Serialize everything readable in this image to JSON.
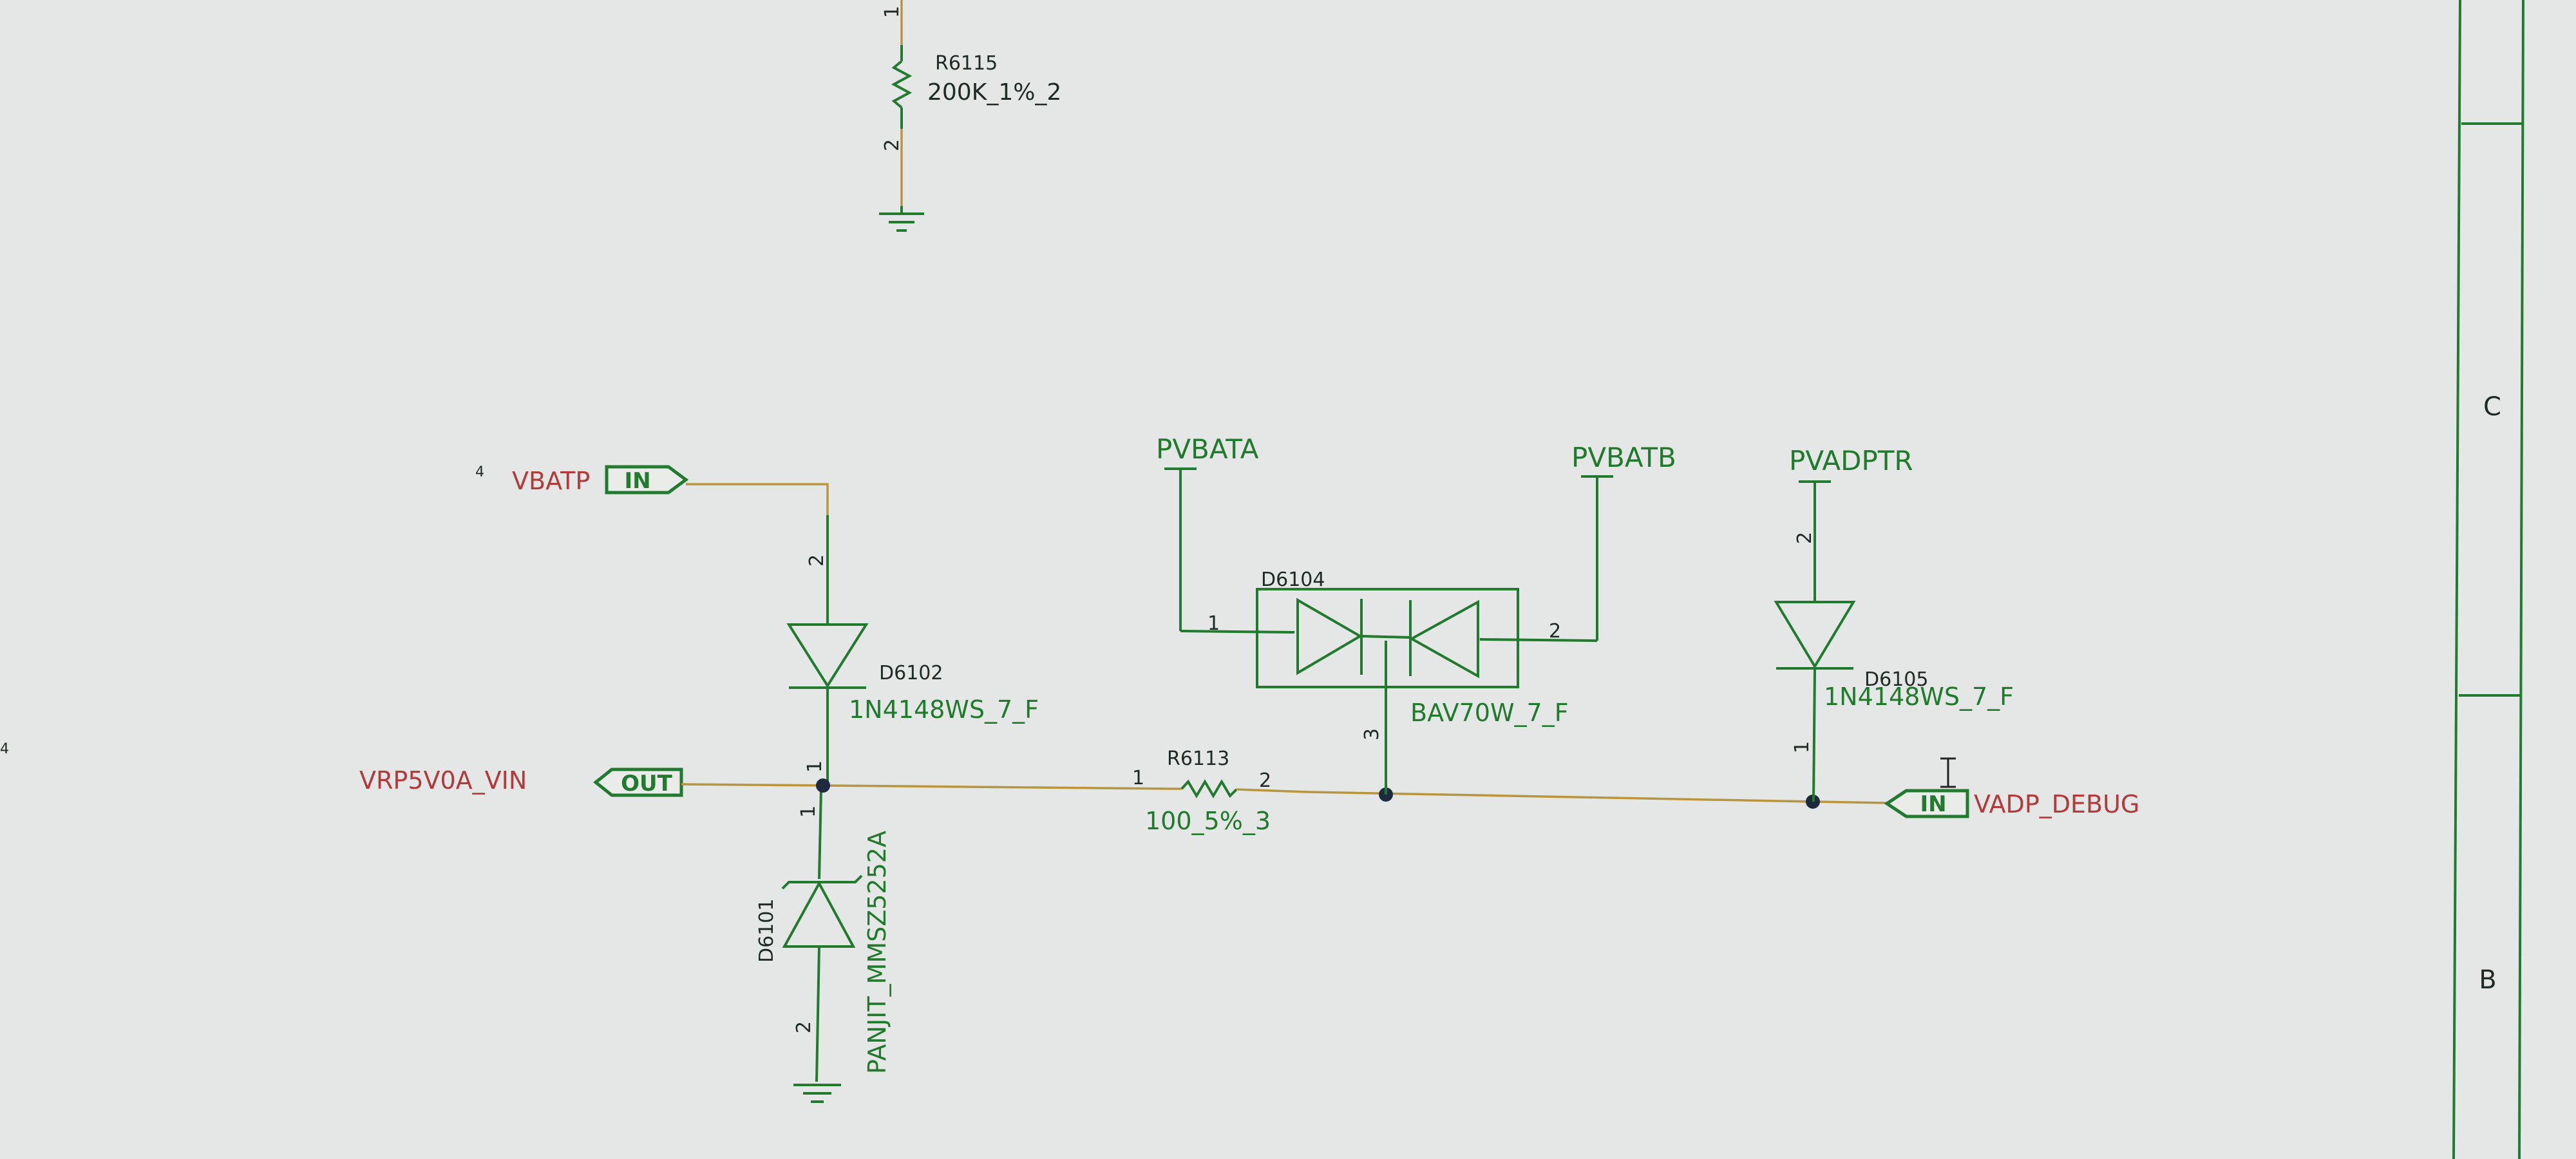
{
  "colors": {
    "background": "#e4e7e5",
    "net_label": "#b23a3a",
    "component": "#217a2d",
    "wire": "#b8953e",
    "junction": "#1f2a3f",
    "border": "#217a2d"
  },
  "zones": {
    "c": "C",
    "b": "B"
  },
  "page_refs": {
    "vbatp": "4",
    "vrp5v0a": "4"
  },
  "ports": {
    "vbatp": {
      "net": "VBATP",
      "dir": "IN"
    },
    "vrp5v0a_vin": {
      "net": "VRP5V0A_VIN",
      "dir": "OUT"
    },
    "vadp_debug": {
      "net": "VADP_DEBUG",
      "dir": "IN"
    }
  },
  "power_nets": {
    "pvbata": "PVBATA",
    "pvbatb": "PVBATB",
    "pvadptr": "PVADPTR"
  },
  "components": {
    "r6115": {
      "ref": "R6115",
      "value": "200K_1%_2",
      "pin1": "1",
      "pin2": "2"
    },
    "d6102": {
      "ref": "D6102",
      "value": "1N4148WS_7_F",
      "pin1": "1",
      "pin2": "2"
    },
    "d6104": {
      "ref": "D6104",
      "value": "BAV70W_7_F",
      "pin1": "1",
      "pin2": "2",
      "pin3": "3"
    },
    "d6105": {
      "ref": "D6105",
      "value": "1N4148WS_7_F",
      "pin1": "1",
      "pin2": "2"
    },
    "r6113": {
      "ref": "R6113",
      "value": "100_5%_3",
      "pin1": "1",
      "pin2": "2"
    },
    "d6101": {
      "ref": "D6101",
      "value": "PANJIT_MMSZ5252A",
      "pin1": "1",
      "pin2": "2"
    }
  }
}
